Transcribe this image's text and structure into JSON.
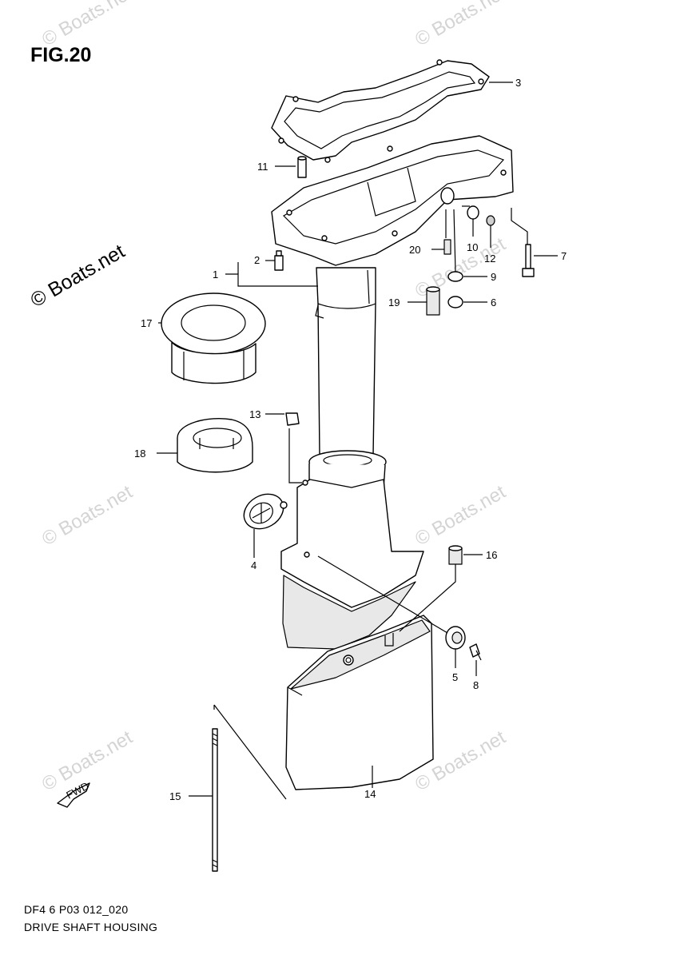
{
  "figure": {
    "title": "FIG.20"
  },
  "watermarks": {
    "main": "© Boats.net",
    "faint": "© Boats.net"
  },
  "footer": {
    "code": "DF4 6 P03 012_020",
    "name": "DRIVE SHAFT HOUSING"
  },
  "fwd_label": "FWD",
  "callouts": {
    "c1": "1",
    "c2": "2",
    "c3": "3",
    "c4": "4",
    "c5": "5",
    "c6": "6",
    "c7": "7",
    "c8": "8",
    "c9": "9",
    "c10": "10",
    "c11": "11",
    "c12": "12",
    "c13": "13",
    "c14": "14",
    "c15": "15",
    "c16": "16",
    "c17": "17",
    "c18": "18",
    "c19": "19",
    "c20": "20"
  }
}
